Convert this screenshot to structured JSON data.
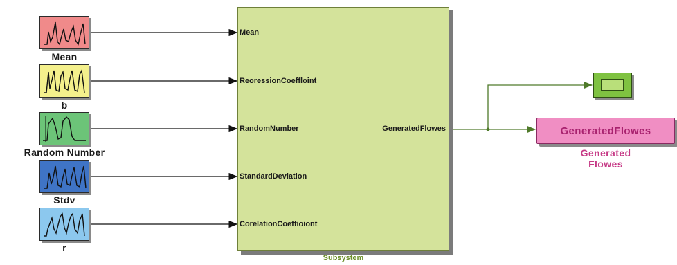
{
  "sources": [
    {
      "label": "Mean",
      "port_label": "Mean",
      "color": "#f08a8a",
      "icon": "signal-wave-icon"
    },
    {
      "label": "b",
      "port_label": "ReoressionCoeffloint",
      "color": "#f4f08c",
      "icon": "signal-wave-icon"
    },
    {
      "label": "Random Number",
      "port_label": "RandomNumber",
      "color": "#6cc478",
      "icon": "signal-wave-icon"
    },
    {
      "label": "Stdv",
      "port_label": "StandardDeviation",
      "color": "#3f74c6",
      "icon": "signal-wave-icon"
    },
    {
      "label": "r",
      "port_label": "CorelationCoeffioiont",
      "color": "#8cc8ee",
      "icon": "signal-wave-icon"
    }
  ],
  "subsystem": {
    "name": "Subsystem",
    "output_port": "GeneratedFlowes",
    "color": "#d4e39b"
  },
  "scope": {
    "icon": "scope-icon",
    "color": "#7fc241"
  },
  "outport": {
    "block_text": "GeneratedFlowes",
    "label_line1": "Generated",
    "label_line2": "Flowes",
    "color": "#f08ec3"
  },
  "line_colors": {
    "input": "#111111",
    "output": "#4f7a2a"
  }
}
